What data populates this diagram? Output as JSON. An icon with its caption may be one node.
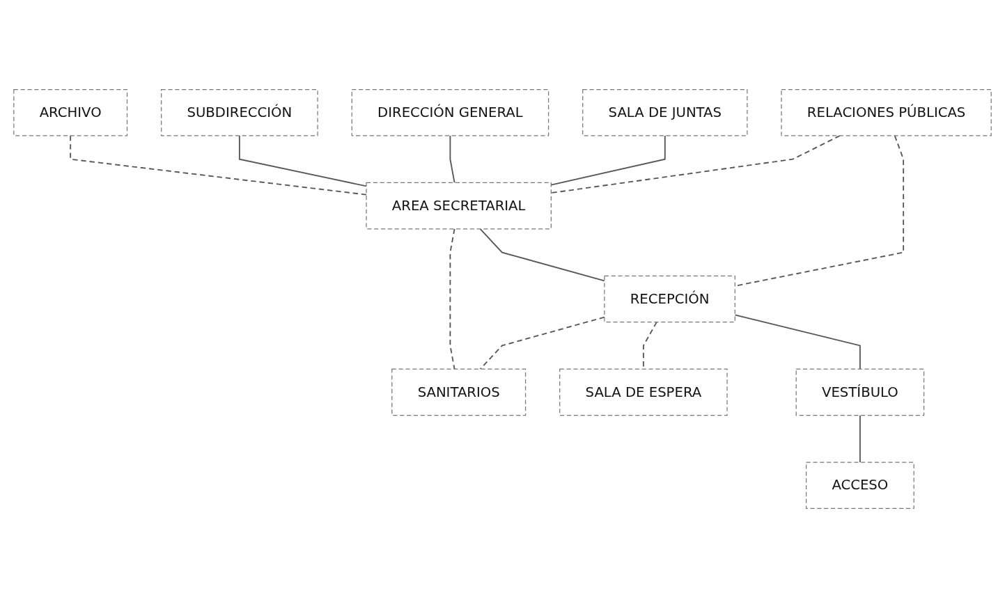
{
  "diagram": {
    "nodes": [
      {
        "text": [
          "ARCHIVO"
        ]
      },
      {
        "text": [
          "SUBDIRECCIÓN"
        ]
      },
      {
        "text": [
          "DIRECCIÓN GENERAL"
        ]
      },
      {
        "text": [
          "SALA DE JUNTAS"
        ]
      },
      {
        "text": [
          "AREA SECRETARIAL"
        ]
      },
      {
        "text": [
          "RELACIONES PÚBLICAS"
        ]
      },
      {
        "text": [
          "SANITARIOS"
        ]
      },
      {
        "text": [
          "RECEPCIÓN"
        ]
      },
      {
        "text": [
          "SALA DE ESPERA"
        ]
      },
      {
        "text": [
          "VESTÍBULO"
        ]
      },
      {
        "text": [
          "ACCESO"
        ]
      }
    ],
    "edges": [
      {
        "from": 0,
        "to": 4,
        "arrow": "none",
        "style": "dashed"
      },
      {
        "from": 1,
        "to": 4,
        "arrow": "none"
      },
      {
        "from": 2,
        "to": 4,
        "arrow": "none"
      },
      {
        "from": 3,
        "to": 4,
        "arrow": "none"
      },
      {
        "from": 5,
        "to": 4,
        "arrow": "none",
        "style": "dashed"
      },
      {
        "from": 4,
        "to": 6,
        "arrow": "none",
        "style": "dashed"
      },
      {
        "from": 4,
        "to": 7,
        "arrow": "none"
      },
      {
        "from": 5,
        "to": 7,
        "arrow": "none",
        "style": "dashed"
      },
      {
        "from": 7,
        "to": 6,
        "arrow": "none",
        "style": "dashed"
      },
      {
        "from": 7,
        "to": 8,
        "arrow": "none",
        "style": "dashed"
      },
      {
        "from": 7,
        "to": 9,
        "arrow": "none"
      },
      {
        "from": 9,
        "to": 10,
        "arrow": "none"
      }
    ]
  }
}
